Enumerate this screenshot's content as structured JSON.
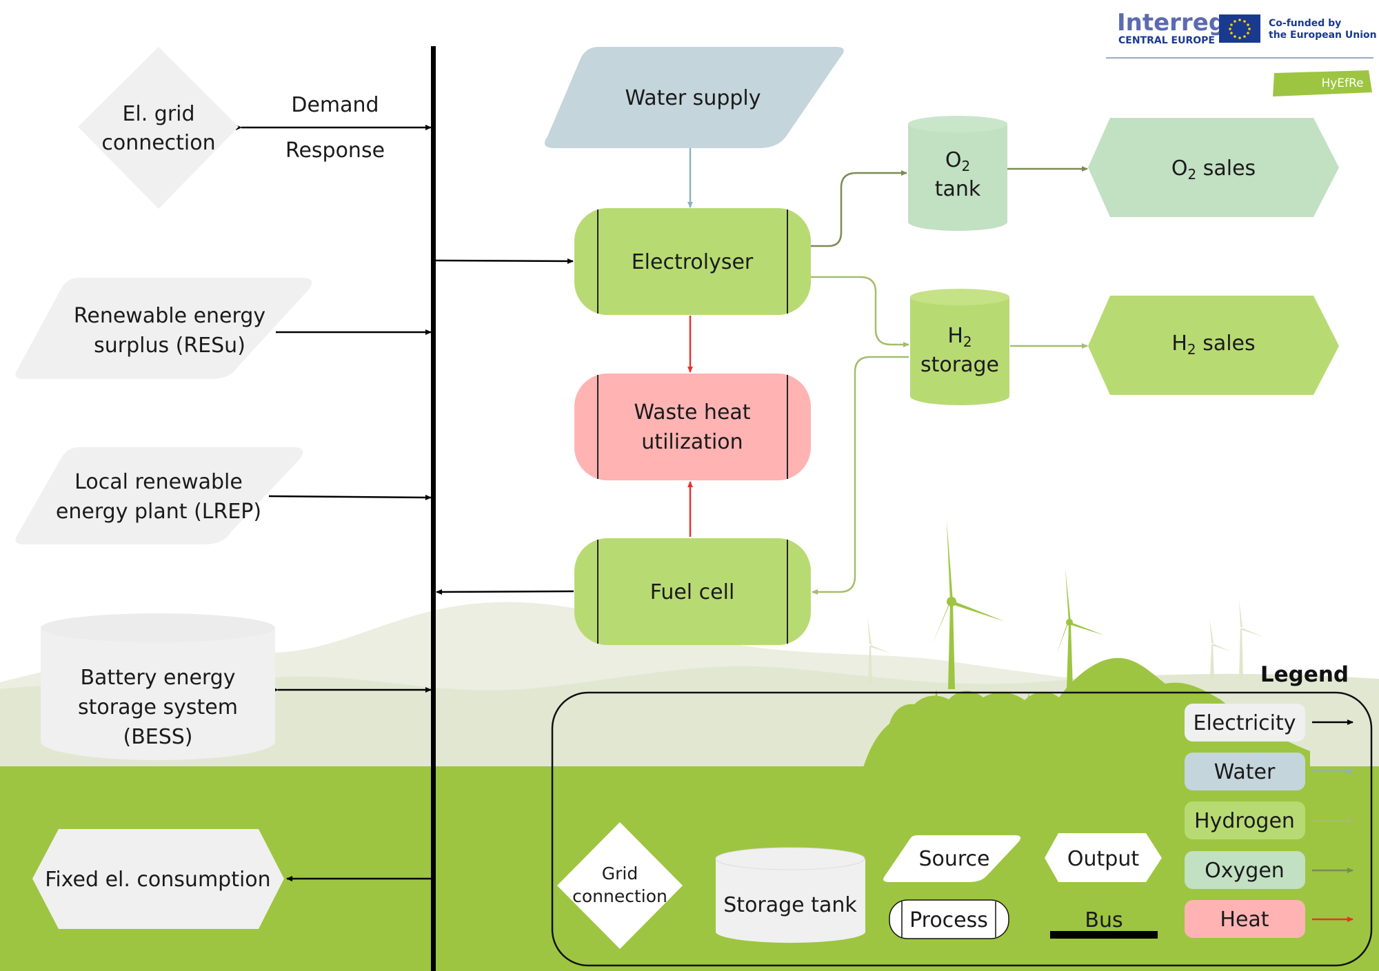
{
  "branding": {
    "program_name": "Interreg",
    "program_region": "CENTRAL EUROPE",
    "cofunded_line1": "Co-funded by",
    "cofunded_line2": "the European Union",
    "project_tag": "HyEfRe"
  },
  "nodes": {
    "grid": {
      "line1": "El. grid",
      "line2": "connection"
    },
    "dr": {
      "line1": "Demand",
      "line2": "Response"
    },
    "resu": {
      "line1": "Renewable energy",
      "line2": "surplus (RESu)"
    },
    "lrep": {
      "line1": "Local renewable",
      "line2": "energy plant (LREP)"
    },
    "bess": {
      "line1": "Battery energy",
      "line2": "storage system",
      "line3": "(BESS)"
    },
    "fixed": {
      "label": "Fixed el. consumption"
    },
    "water": {
      "label": "Water supply"
    },
    "electrolyser": {
      "label": "Electrolyser"
    },
    "waste_heat": {
      "line1": "Waste heat",
      "line2": "utilization"
    },
    "fuel_cell": {
      "label": "Fuel cell"
    },
    "o2_tank": {
      "line1_base": "O",
      "line1_sub": "2",
      "line2": "tank"
    },
    "h2_storage": {
      "line1_base": "H",
      "line1_sub": "2",
      "line2": "storage"
    },
    "o2_sales": {
      "base": "O",
      "sub": "2",
      "rest": " sales"
    },
    "h2_sales": {
      "base": "H",
      "sub": "2",
      "rest": " sales"
    }
  },
  "legend": {
    "title": "Legend",
    "shapes": {
      "grid_line1": "Grid",
      "grid_line2": "connection",
      "storage": "Storage tank",
      "source": "Source",
      "output": "Output",
      "process": "Process",
      "bus": "Bus"
    },
    "flows": {
      "electricity": "Electricity",
      "water": "Water",
      "hydrogen": "Hydrogen",
      "oxygen": "Oxygen",
      "heat": "Heat"
    }
  },
  "colors": {
    "electricity": "#000000",
    "water": "#8fb1bf",
    "hydrogen": "#a3bd6b",
    "oxygen": "#7a8a55",
    "heat": "#e8322c",
    "green_fill": "#b8da73",
    "mint_fill": "#c2e0c2",
    "water_fill": "#c4d5db",
    "heat_fill": "#ffb3b3",
    "grey_fill": "#f0f0f0",
    "ground": "#9dc541",
    "eu_blue": "#1a3a8f",
    "eu_star": "#ffd500"
  }
}
